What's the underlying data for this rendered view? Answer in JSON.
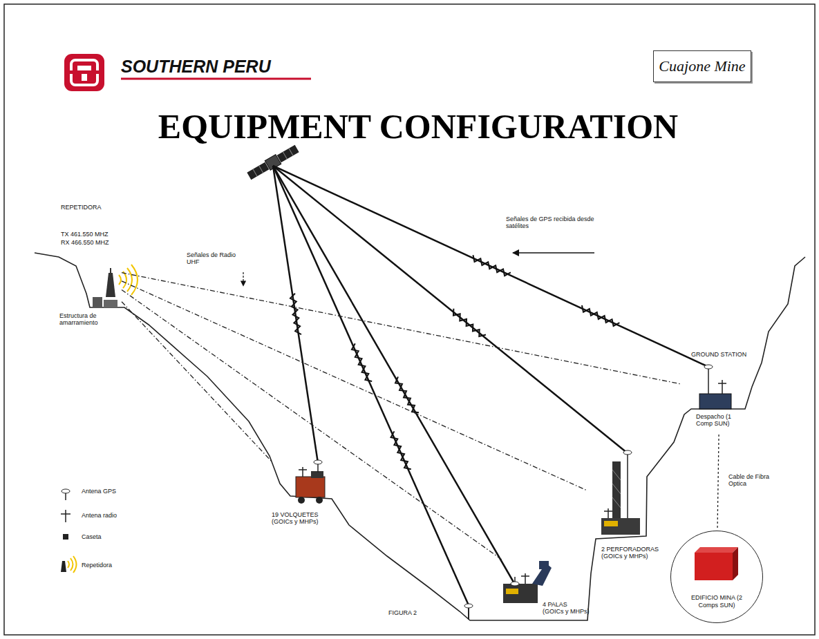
{
  "diagram": {
    "title": "EQUIPMENT CONFIGURATION",
    "nodes": [
      {
        "text": [
          "Cuajone Mine"
        ]
      },
      {
        "text": [
          "REPETIDORA",
          "TX 461.550 MHZ",
          "RX 466.550 MHZ",
          "Estructura de amarramiento"
        ]
      },
      {
        "text": [
          "GROUND STATION",
          "Despacho (1 Comp SUN)"
        ]
      },
      {
        "text": [
          "19 VOLQUETES (GOICs y MHPs)"
        ]
      },
      {
        "text": [
          "2 PERFORADORAS (GOICs y MHPs)"
        ]
      },
      {
        "text": [
          "4 PALAS (GOICs y MHPs)"
        ]
      },
      {
        "text": [
          "EDIFICIO MINA (2 Comps SUN)"
        ]
      }
    ],
    "edges": [
      {
        "from": 1,
        "to": 2,
        "arrow": "none"
      },
      {
        "from": 1,
        "to": 3,
        "arrow": "none"
      },
      {
        "from": 1,
        "to": 4,
        "arrow": "none"
      },
      {
        "from": 1,
        "to": 5,
        "arrow": "none"
      },
      {
        "from": 2,
        "to": 6,
        "label": "Cable de Fibra Optica",
        "arrow": "none"
      }
    ],
    "labels": [
      "SOUTHERN PERU",
      "Señales de Radio UHF",
      "Señales de GPS recibida desde satélites",
      "FIGURA 2"
    ],
    "legend": [
      {
        "text": "Antena GPS"
      },
      {
        "text": "Antena radio"
      },
      {
        "text": "Caseta"
      },
      {
        "text": "Repetidora"
      }
    ]
  }
}
